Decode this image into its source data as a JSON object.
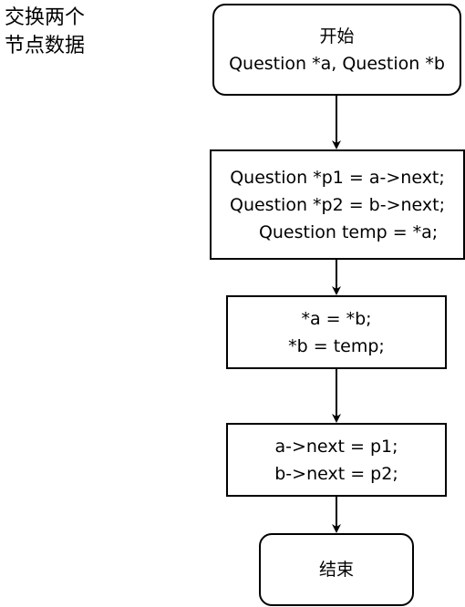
{
  "diagram": {
    "title_lines": [
      "交换两个",
      "节点数据"
    ],
    "start": {
      "lines": [
        "开始",
        "Question *a, Question *b"
      ]
    },
    "step1": {
      "lines": [
        "Question *p1 = a->next;",
        "Question *p2 = b->next;",
        "    Question temp = *a;"
      ]
    },
    "step2": {
      "lines": [
        "*a = *b;",
        "*b = temp;"
      ]
    },
    "step3": {
      "lines": [
        "a->next = p1;",
        "b->next = p2;"
      ]
    },
    "end": {
      "lines": [
        "结束"
      ]
    },
    "stroke_color": "#000000",
    "fill_color": "#ffffff"
  }
}
